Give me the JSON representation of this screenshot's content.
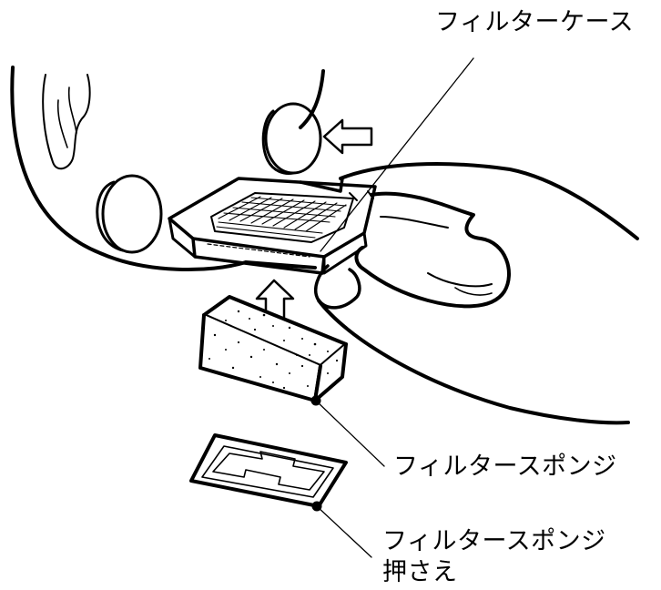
{
  "labels": {
    "filter_case": "フィルターケース",
    "filter_sponge": "フィルタースポンジ",
    "filter_sponge_holder_line1": "フィルタースポンジ",
    "filter_sponge_holder_line2": "押さえ"
  },
  "colors": {
    "line": "#000000",
    "background": "#ffffff"
  },
  "icons": [
    "hand-illustration",
    "filter-case-illustration",
    "filter-sponge-illustration",
    "sponge-holder-illustration",
    "insert-arrow-icon",
    "remove-arrow-icon"
  ]
}
